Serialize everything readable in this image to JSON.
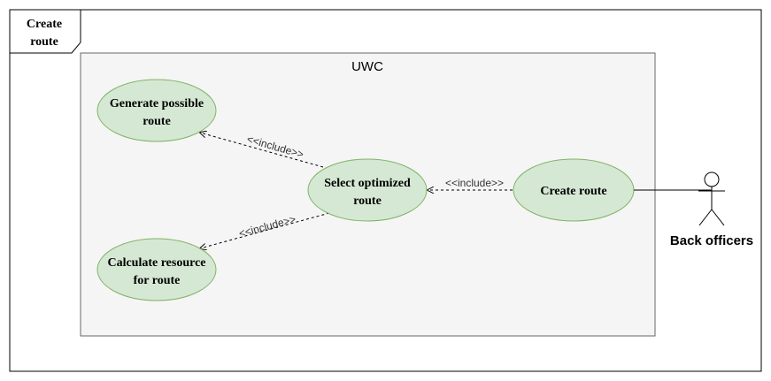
{
  "frame": {
    "title_line1": "Create",
    "title_line2": "route"
  },
  "system": {
    "name": "UWC"
  },
  "use_cases": {
    "generate": {
      "line1": "Generate possible",
      "line2": "route"
    },
    "calculate": {
      "line1": "Calculate resource",
      "line2": "for route"
    },
    "select": {
      "line1": "Select optimized",
      "line2": "route"
    },
    "create": {
      "line1": "Create route"
    }
  },
  "relations": {
    "include_label": "<<include>>"
  },
  "actor": {
    "name": "Back officers"
  },
  "colors": {
    "use_case_fill": "#d5e8d4",
    "use_case_stroke": "#82b366",
    "system_fill": "#f5f5f5",
    "system_stroke": "#666666"
  }
}
